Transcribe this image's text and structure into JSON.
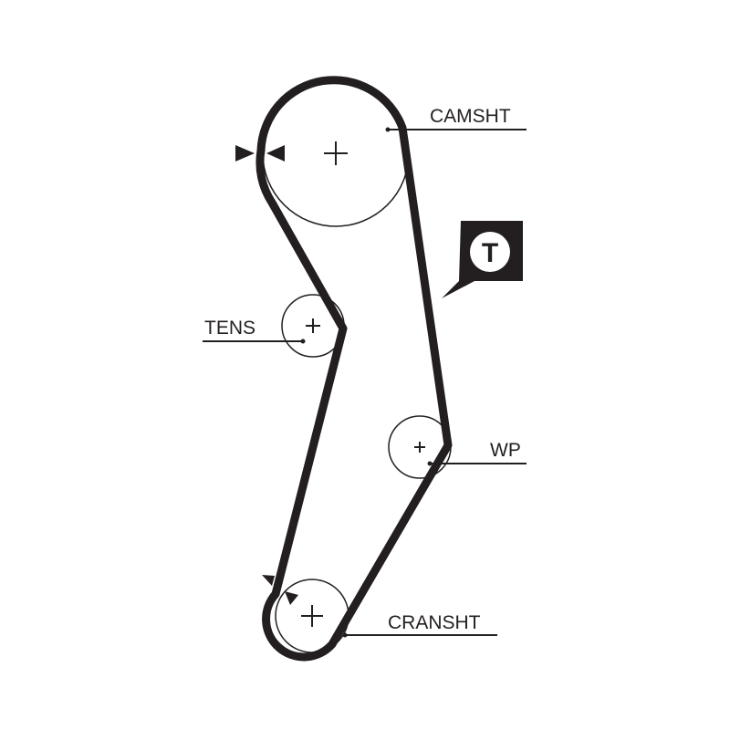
{
  "diagram": {
    "labels": {
      "camshaft": "CAMSHT",
      "tensioner": "TENS",
      "water_pump": "WP",
      "crankshaft": "CRANSHT"
    },
    "badge": {
      "letter": "T"
    },
    "colors": {
      "belt": "#231f20",
      "line": "#231f20",
      "background": "#ffffff"
    }
  }
}
